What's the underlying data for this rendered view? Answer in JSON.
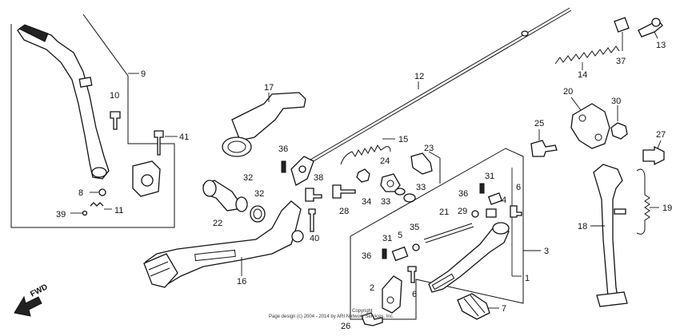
{
  "diagram": {
    "callouts": [
      {
        "id": "c1",
        "text": "1"
      },
      {
        "id": "c2",
        "text": "2"
      },
      {
        "id": "c3",
        "text": "3"
      },
      {
        "id": "c4",
        "text": "4"
      },
      {
        "id": "c5",
        "text": "5"
      },
      {
        "id": "c6a",
        "text": "6"
      },
      {
        "id": "c6b",
        "text": "6"
      },
      {
        "id": "c7",
        "text": "7"
      },
      {
        "id": "c8",
        "text": "8"
      },
      {
        "id": "c9",
        "text": "9"
      },
      {
        "id": "c10",
        "text": "10"
      },
      {
        "id": "c11",
        "text": "11"
      },
      {
        "id": "c12",
        "text": "12"
      },
      {
        "id": "c13",
        "text": "13"
      },
      {
        "id": "c14",
        "text": "14"
      },
      {
        "id": "c15",
        "text": "15"
      },
      {
        "id": "c16",
        "text": "16"
      },
      {
        "id": "c17",
        "text": "17"
      },
      {
        "id": "c18",
        "text": "18"
      },
      {
        "id": "c19",
        "text": "19"
      },
      {
        "id": "c20",
        "text": "20"
      },
      {
        "id": "c21",
        "text": "21"
      },
      {
        "id": "c22",
        "text": "22"
      },
      {
        "id": "c23",
        "text": "23"
      },
      {
        "id": "c24",
        "text": "24"
      },
      {
        "id": "c25",
        "text": "25"
      },
      {
        "id": "c26",
        "text": "26"
      },
      {
        "id": "c27",
        "text": "27"
      },
      {
        "id": "c28",
        "text": "28"
      },
      {
        "id": "c29",
        "text": "29"
      },
      {
        "id": "c30",
        "text": "30"
      },
      {
        "id": "c31a",
        "text": "31"
      },
      {
        "id": "c31b",
        "text": "31"
      },
      {
        "id": "c32a",
        "text": "32"
      },
      {
        "id": "c32b",
        "text": "32"
      },
      {
        "id": "c33a",
        "text": "33"
      },
      {
        "id": "c33b",
        "text": "33"
      },
      {
        "id": "c34",
        "text": "34"
      },
      {
        "id": "c35",
        "text": "35"
      },
      {
        "id": "c36a",
        "text": "36"
      },
      {
        "id": "c36b",
        "text": "36"
      },
      {
        "id": "c36c",
        "text": "36"
      },
      {
        "id": "c37",
        "text": "37"
      },
      {
        "id": "c38",
        "text": "38"
      },
      {
        "id": "c39",
        "text": "39"
      },
      {
        "id": "c40",
        "text": "40"
      },
      {
        "id": "c41",
        "text": "41"
      }
    ],
    "fwd_label": "FWD",
    "copyright_line1": "Copyright",
    "copyright_line2": "Page design (c) 2004 - 2014 by ARI Network Services, Inc."
  }
}
